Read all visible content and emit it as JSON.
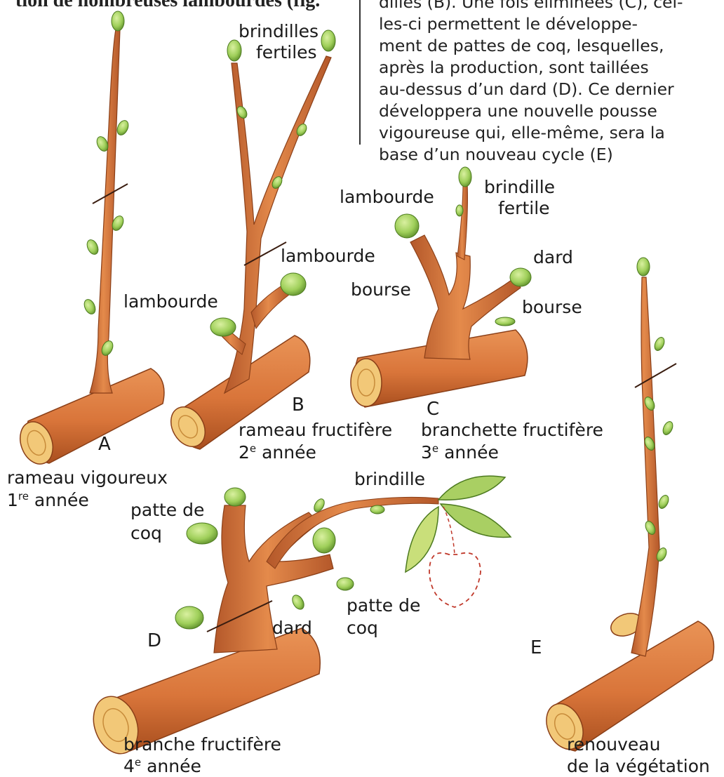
{
  "header": {
    "left_fragment": "tion de nombreuses lambourdes (fig.",
    "right_paragraph": [
      "dilles (B). Une fois éliminées (C), cel-",
      "les-ci permettent le développe-",
      "ment de pattes de coq, lesquelles,",
      "après la production, sont taillées",
      "au-dessus d’un dard (D). Ce dernier",
      "développera une nouvelle pousse",
      "vigoureuse qui, elle-même, sera la",
      "base d’un nouveau cycle (E)"
    ]
  },
  "figures": {
    "A": {
      "letter": "A",
      "caption_line1": "rameau vigoureux",
      "caption_line2_num": "1",
      "caption_line2_sup": "re",
      "caption_line2_rest": " année"
    },
    "B": {
      "letter": "B",
      "label_brindilles_1": "brindilles",
      "label_brindilles_2": "fertiles",
      "label_lambourde_top": "lambourde",
      "label_lambourde_side": "lambourde",
      "caption_line1": "rameau fructifère",
      "caption_line2_num": "2",
      "caption_line2_sup": "e",
      "caption_line2_rest": " année"
    },
    "C": {
      "letter": "C",
      "label_lambourde": "lambourde",
      "label_brindille_1": "brindille",
      "label_brindille_2": "fertile",
      "label_dard": "dard",
      "label_bourse_left": "bourse",
      "label_bourse_right": "bourse",
      "caption_line1": "branchette fructifère",
      "caption_line2_num": "3",
      "caption_line2_sup": "e",
      "caption_line2_rest": " année"
    },
    "D": {
      "letter": "D",
      "label_brindille": "brindille",
      "label_patte_left_1": "patte de",
      "label_patte_left_2": "coq",
      "label_patte_right_1": "patte de",
      "label_patte_right_2": "coq",
      "label_dard": "dard",
      "caption_line1": "branche fructifère",
      "caption_line2_num": "4",
      "caption_line2_sup": "e",
      "caption_line2_rest": " année"
    },
    "E": {
      "letter": "E",
      "caption_line1": "renouveau",
      "caption_line2": "de la végétation"
    }
  },
  "colors": {
    "wood": "#d9753a",
    "wood_dark": "#a94f1f",
    "wood_cut": "#f2c878",
    "bud": "#9fcf5a",
    "bud_dark": "#5e8f2b",
    "leaf": "#a9cf63",
    "cut_line": "#3a1d10",
    "fruit_outline": "#c0392b"
  }
}
